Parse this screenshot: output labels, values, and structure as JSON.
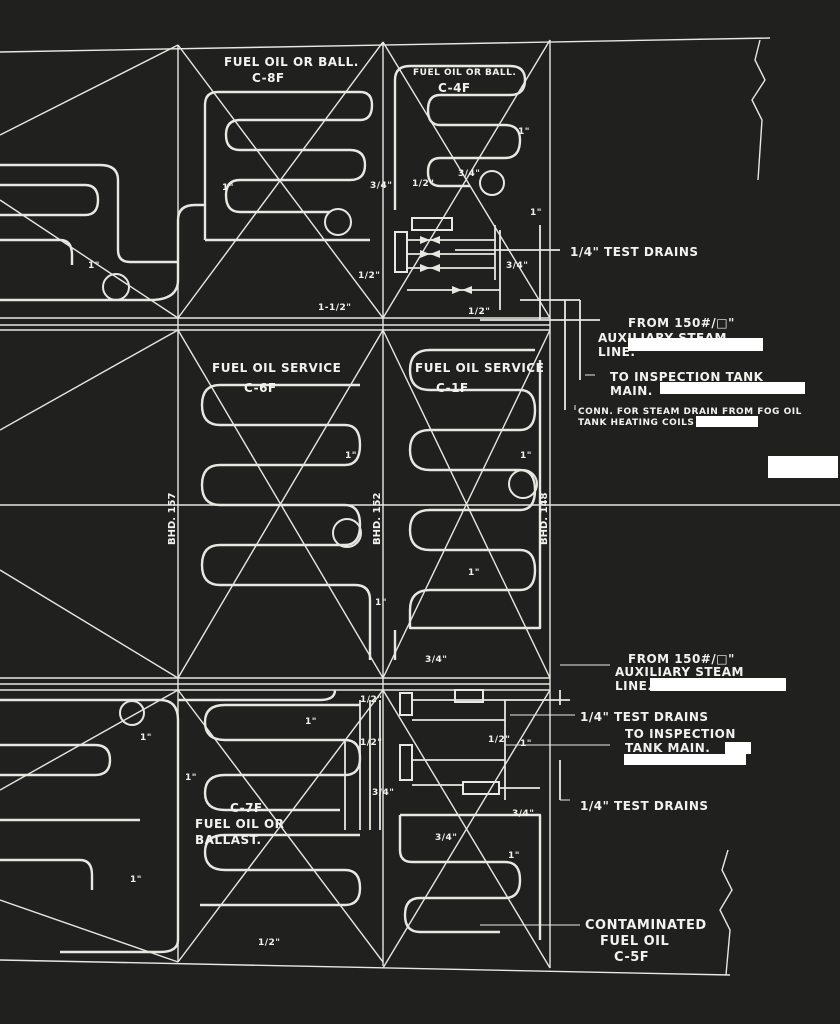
{
  "tanks": {
    "c8f": {
      "line1": "FUEL OIL OR BALL.",
      "line2": "C-8F"
    },
    "c4f": {
      "line1": "FUEL OIL OR BALL.",
      "line2": "C-4F"
    },
    "c6f": {
      "line1": "FUEL OIL SERVICE",
      "line2": "C-6F"
    },
    "c1f": {
      "line1": "FUEL OIL SERVICE",
      "line2": "C-1F"
    },
    "c7f": {
      "line1": "C-7F",
      "line2": "FUEL OIL OR",
      "line3": "BALLAST."
    },
    "c5f": {
      "line1": "CONTAMINATED",
      "line2": "FUEL OIL",
      "line3": "C-5F"
    }
  },
  "bulkheads": {
    "b157": "BHD. 157",
    "b152": "BHD. 152",
    "b148": "BHD. 148"
  },
  "callouts": {
    "test_drains_1": "1/4\" TEST DRAINS",
    "steam_1_a": "FROM 150#/□\"",
    "steam_1_b": "AUXILIARY STEAM",
    "steam_1_c": "LINE.",
    "insp_1_a": "TO INSPECTION TANK",
    "insp_1_b": "MAIN.",
    "conn_a": "CONN. FOR STEAM DRAIN FROM FOG OIL",
    "conn_b": "TANK HEATING COILS",
    "steam_2_a": "FROM 150#/□\"",
    "steam_2_b": "AUXILIARY STEAM",
    "steam_2_c": "LINE.",
    "test_drains_2": "1/4\" TEST DRAINS",
    "insp_2_a": "TO INSPECTION",
    "insp_2_b": "TANK MAIN.",
    "test_drains_3": "1/4\" TEST DRAINS"
  },
  "pipe_sizes": {
    "one": "1\"",
    "three_quarter": "3/4\"",
    "half": "1/2\"",
    "one_half_sup": "1-1/2\""
  }
}
